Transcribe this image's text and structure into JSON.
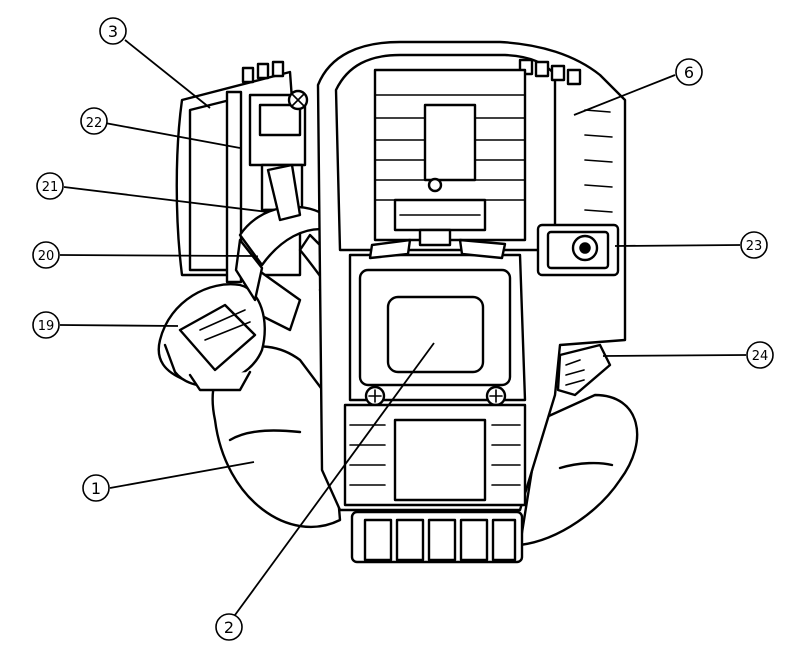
{
  "diagram": {
    "callouts": [
      {
        "id": "c1",
        "label": "1"
      },
      {
        "id": "c2",
        "label": "2"
      },
      {
        "id": "c3",
        "label": "3"
      },
      {
        "id": "c6",
        "label": "6"
      },
      {
        "id": "c19",
        "label": "19"
      },
      {
        "id": "c20",
        "label": "20"
      },
      {
        "id": "c21",
        "label": "21"
      },
      {
        "id": "c22",
        "label": "22"
      },
      {
        "id": "c23",
        "label": "23"
      },
      {
        "id": "c24",
        "label": "24"
      }
    ]
  }
}
